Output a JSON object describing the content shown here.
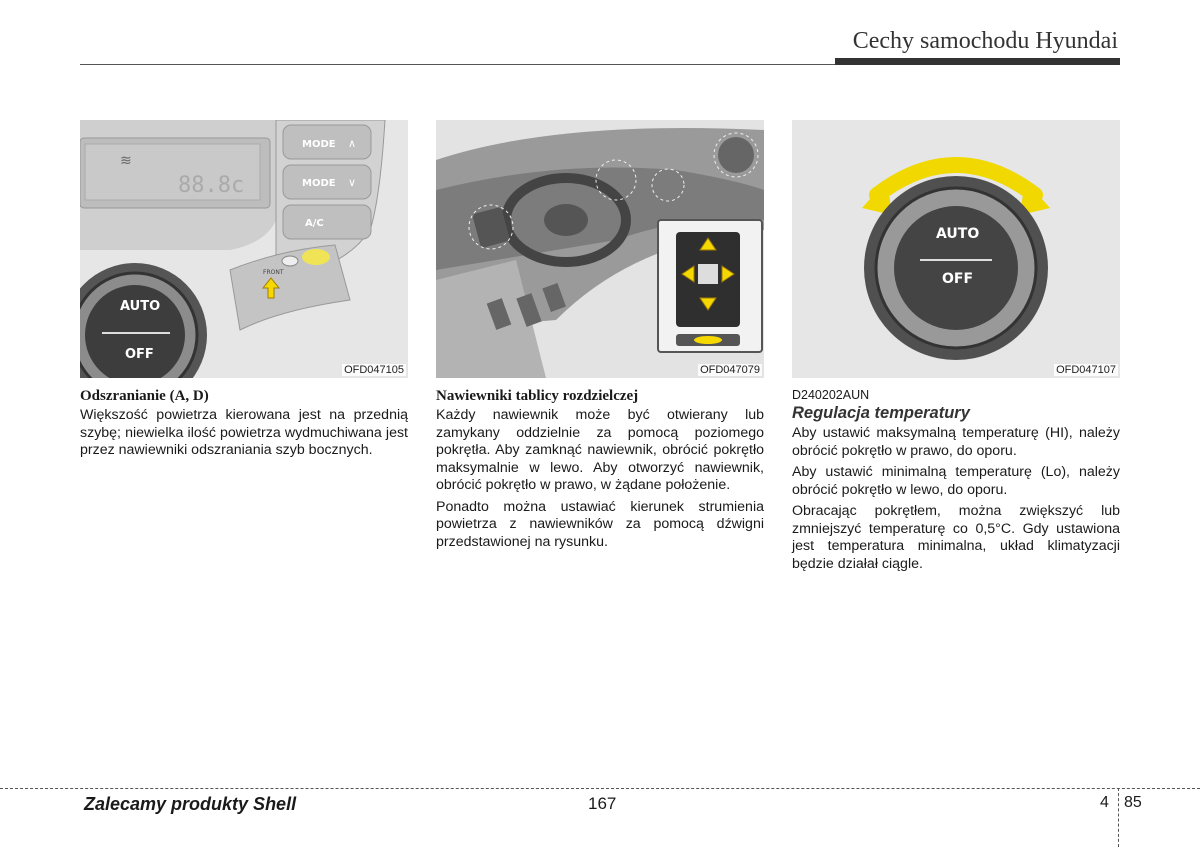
{
  "header": {
    "title": "Cechy samochodu Hyundai"
  },
  "columns": [
    {
      "figure": {
        "code": "OFD047105",
        "labels": [
          "MODE",
          "MODE",
          "A/C",
          "AUTO",
          "OFF",
          "FRONT",
          "88.8c"
        ]
      },
      "heading": "Odszranianie (A, D)",
      "paragraphs": [
        "Większość powietrza kierowana jest na przednią szybę; niewielka ilość powietrza wydmuchiwana jest przez nawiewniki odszraniania szyb bocznych."
      ]
    },
    {
      "figure": {
        "code": "OFD047079"
      },
      "heading": "Nawiewniki tablicy rozdzielczej",
      "paragraphs": [
        "Każdy nawiewnik może być otwierany lub zamykany oddzielnie za pomocą poziomego pokrętła. Aby zamknąć nawiewnik, obrócić pokrętło maksymalnie w lewo. Aby otworzyć nawiewnik, obrócić pokrętło w prawo, w żądane położenie.",
        "Ponadto można ustawiać kierunek strumienia powietrza z nawiewników za pomocą dźwigni przedstawionej na rysunku."
      ]
    },
    {
      "figure": {
        "code": "OFD047107",
        "labels": [
          "AUTO",
          "OFF"
        ]
      },
      "doc_code": "D240202AUN",
      "heading": "Regulacja temperatury",
      "paragraphs": [
        "Aby ustawić maksymalną temperaturę (HI), należy obrócić pokrętło w prawo, do oporu.",
        "Aby ustawić minimalną temperaturę (Lo), należy obrócić pokrętło w lewo, do oporu.",
        "Obracając pokrętłem, można zwiększyć lub zmniejszyć temperaturę co 0,5°C. Gdy ustawiona jest temperatura minimalna, układ klimatyzacji będzie działał ciągle."
      ]
    }
  ],
  "footer": {
    "left": "Zalecamy produkty Shell",
    "center": "167",
    "chapter": "4",
    "page": "85"
  }
}
